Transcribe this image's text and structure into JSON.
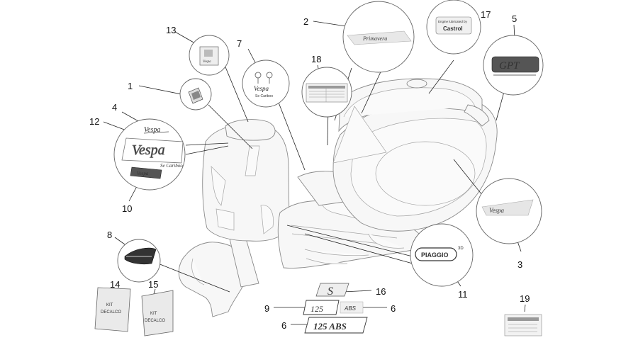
{
  "callouts": {
    "c1": "1",
    "c2": "2",
    "c3": "3",
    "c4": "4",
    "c5": "5",
    "c6a": "6",
    "c6b": "6",
    "c7": "7",
    "c8": "8",
    "c9": "9",
    "c10": "10",
    "c11": "11",
    "c12": "12",
    "c13": "13",
    "c14": "14",
    "c15": "15",
    "c16": "16",
    "c17": "17",
    "c18": "18",
    "c19": "19"
  },
  "decals": {
    "primavera": "Primavera",
    "castrol_line1": "Engine lubricated by",
    "castrol_brand": "Castrol",
    "gpt_mark": "GPT",
    "vespa_script": "Vespa",
    "vespa_caption": "Se Cariboo",
    "piaggio_logo": "PIAGGIO",
    "piaggio_sup": "3D",
    "s_badge": "S",
    "badge_125": "125",
    "badge_125abs": "125 ABS",
    "abs": "ABS",
    "kit_label": "KIT\nDECALCO"
  },
  "colors": {
    "line": "#222222",
    "bubble_stroke": "#666666",
    "body_stroke": "#8a8a8a",
    "decal_red": "#c0392b"
  }
}
